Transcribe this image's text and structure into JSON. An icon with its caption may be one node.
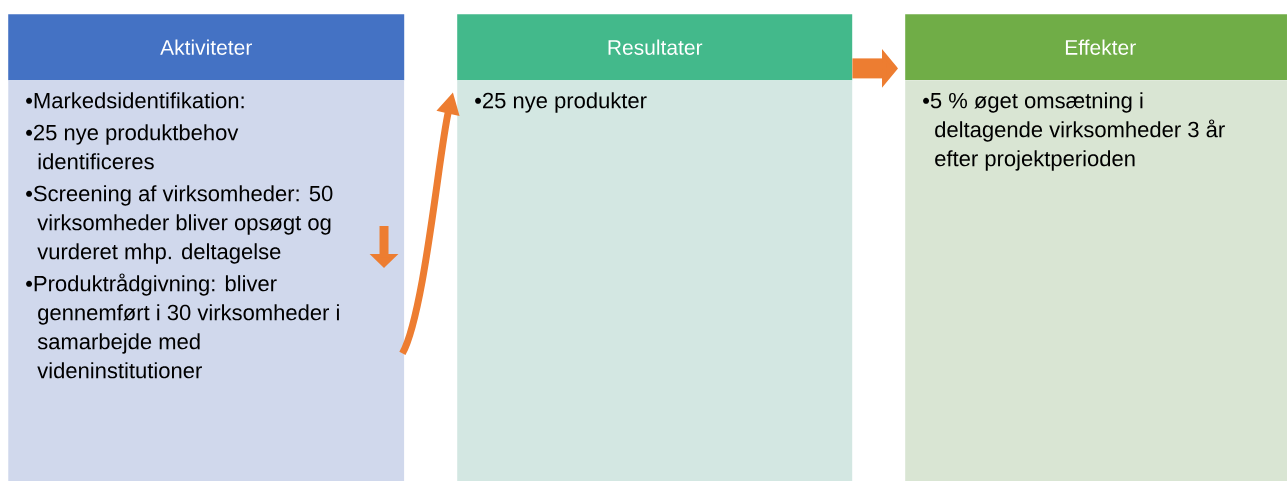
{
  "diagram": {
    "nodes": [
      {
        "text": [
          "Aktiviteter"
        ]
      },
      {
        "text": [
          "•Markedsidentifikation:",
          "•25 nye produktbehov identificeres",
          "•Screening af virksomheder: 50 virksomheder bliver opsøgt og vurderet mhp. deltagelse",
          "•Produktrådgivning: bliver gennemført i 30 virksomheder i samarbejde med videninstitutioner"
        ]
      },
      {
        "text": [
          "Resultater"
        ]
      },
      {
        "text": [
          "•25 nye produkter"
        ]
      },
      {
        "text": [
          "Effekter"
        ]
      },
      {
        "text": [
          "•5 % øget omsætning i deltagende virksomheder 3 år efter projektperioden"
        ]
      }
    ],
    "edges": [
      {
        "from": 1,
        "to": 3,
        "arrow": "to"
      },
      {
        "from": 2,
        "to": 4,
        "arrow": "to",
        "style": "thick"
      }
    ]
  }
}
